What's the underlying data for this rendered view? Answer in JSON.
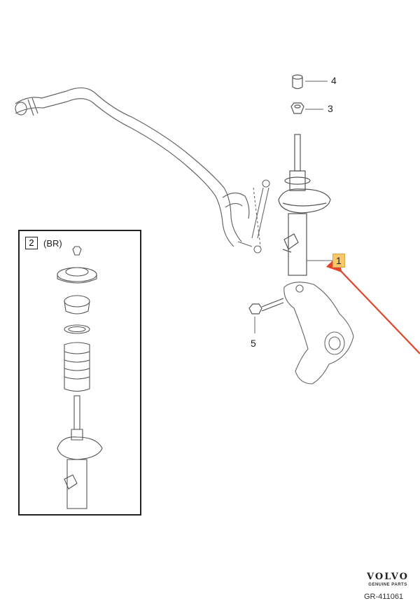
{
  "callouts": {
    "c1": "1",
    "c2": "2",
    "c3": "3",
    "c4": "4",
    "c5": "5"
  },
  "inset": {
    "label": "(BR)"
  },
  "brand": {
    "name": "VOLVO",
    "subtitle": "GENUINE PARTS"
  },
  "reference": "GR-411061",
  "colors": {
    "line": "#555555",
    "highlight": "#f6c86a",
    "arrow": "#e0452a"
  }
}
